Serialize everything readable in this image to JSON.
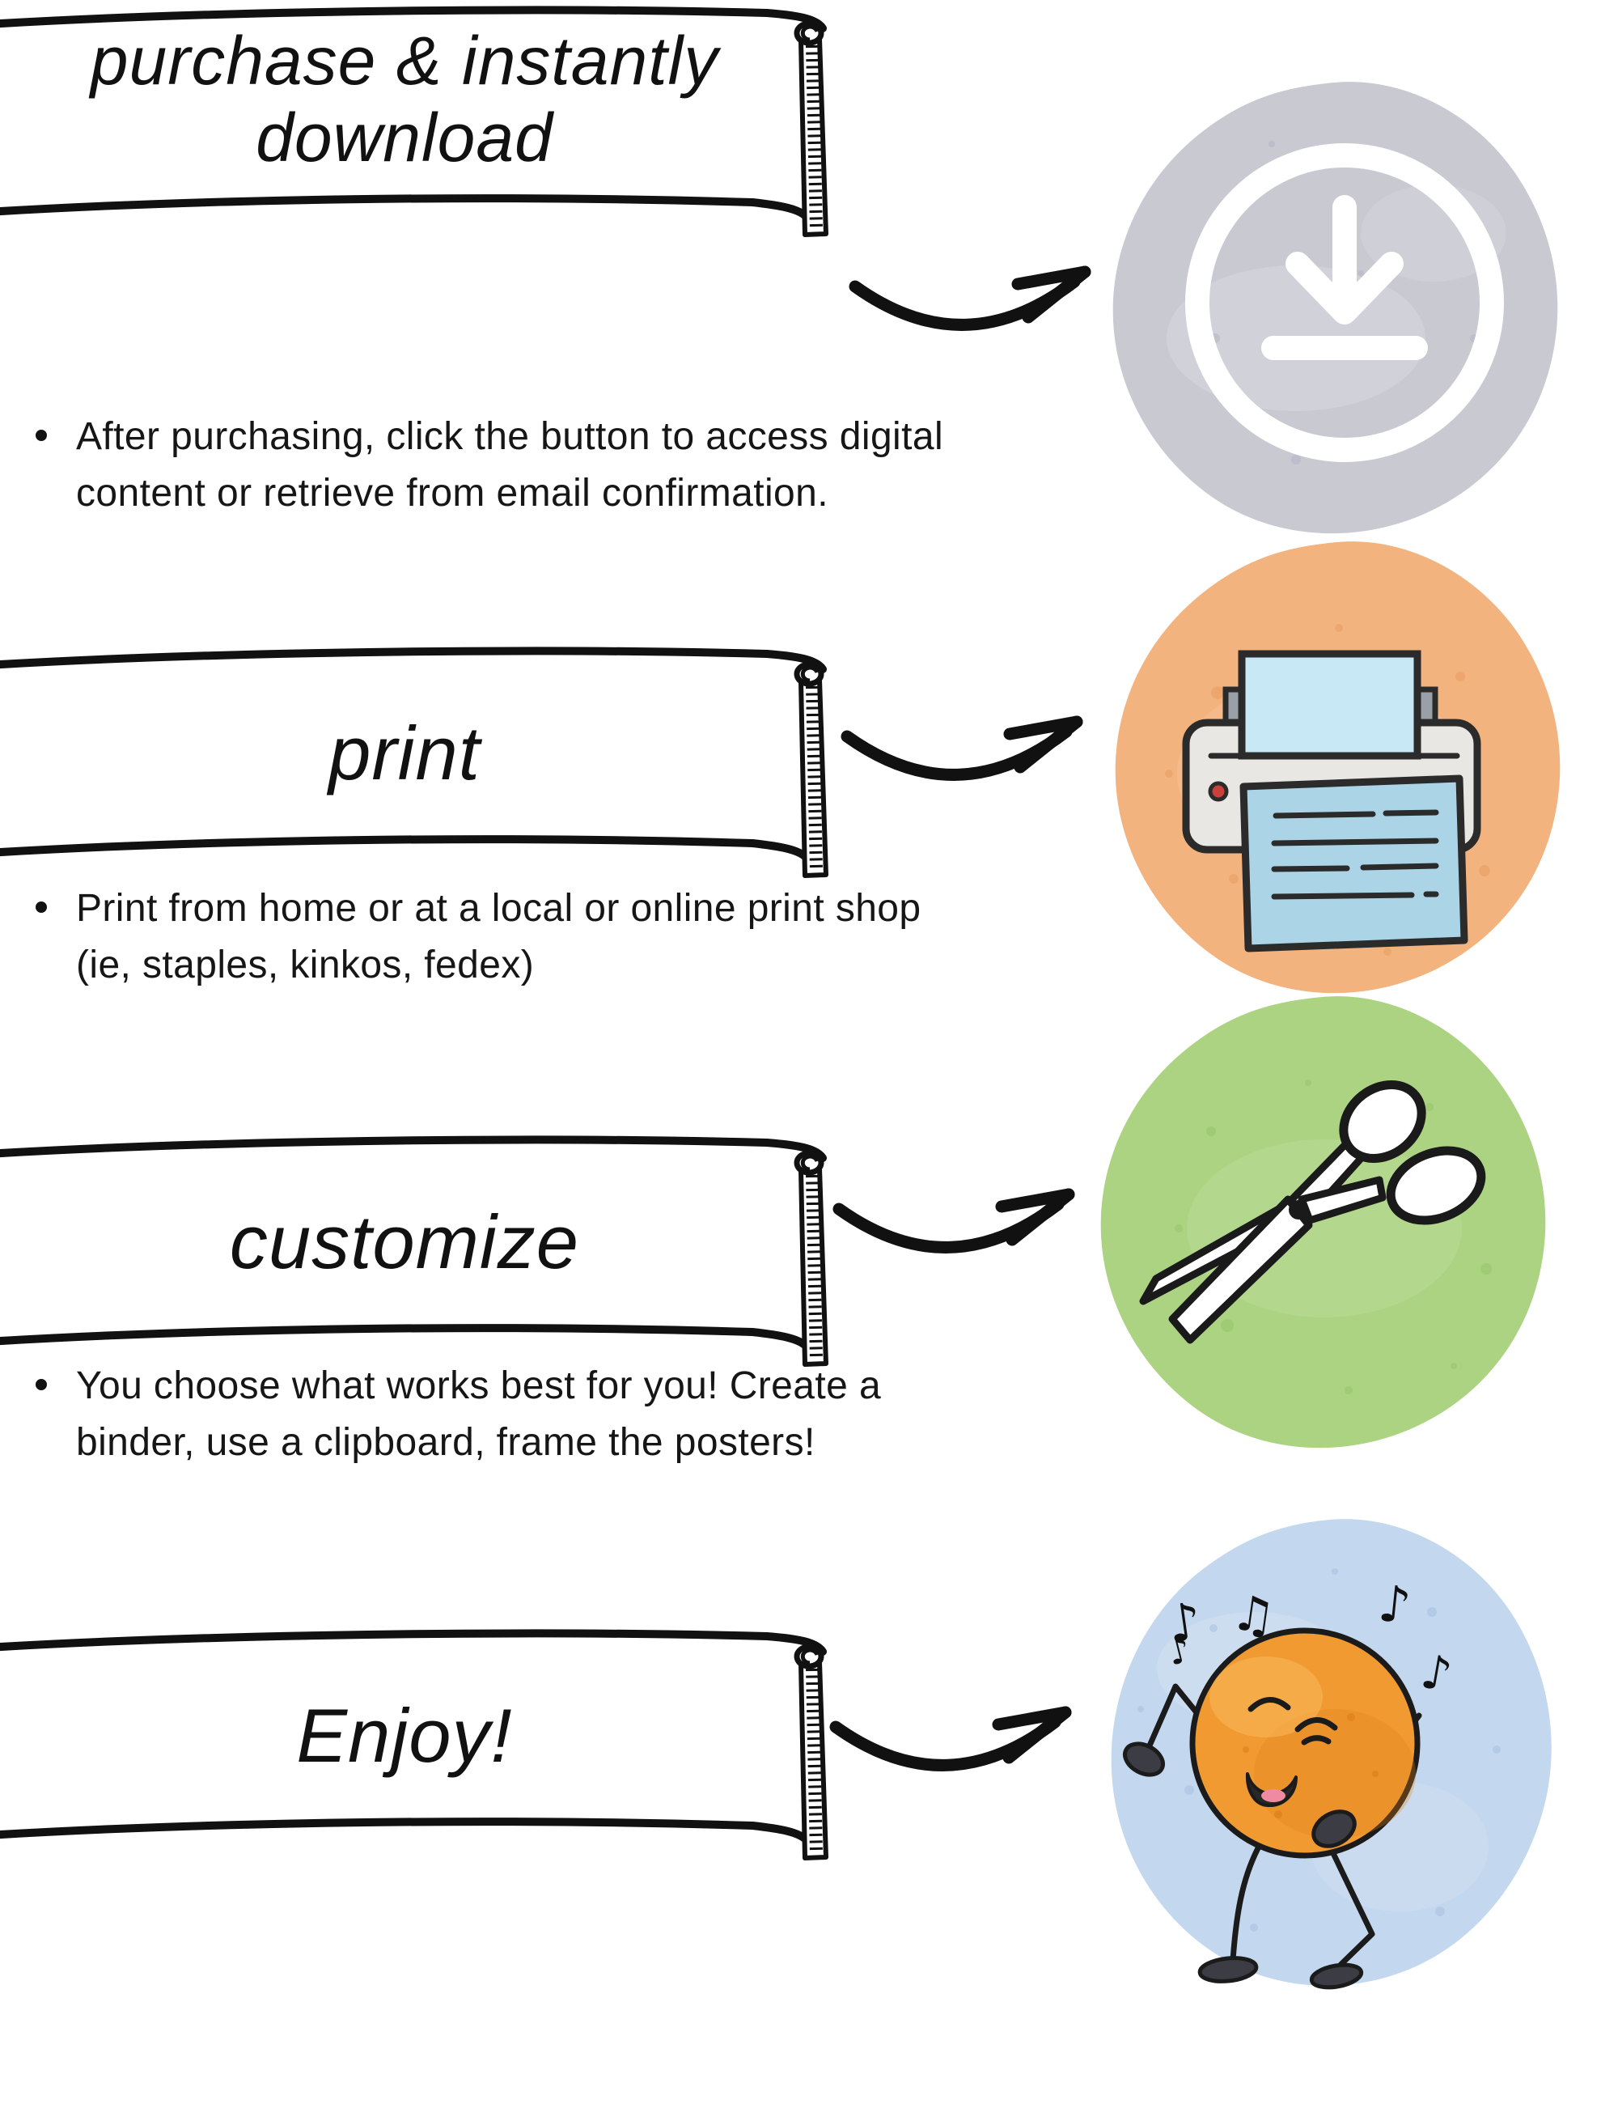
{
  "document": {
    "type": "how-it-works-instructions-flyer",
    "background": "#ffffff",
    "ink_color": "#111111",
    "arrow_icon": "curved-arrow-icon"
  },
  "steps": [
    {
      "title": "purchase & instantly download",
      "bullet": "After purchasing, click the button to access digital content or retrieve from email confirmation.",
      "icon": "download-circle-icon",
      "icon_color": "#ffffff",
      "blob_color": "#c9c9d2",
      "blob_speckle": "#b3b3c6"
    },
    {
      "title": "print",
      "bullet": "Print from home or at a local or online print shop (ie, staples, kinkos, fedex)",
      "icon": "printer-icon",
      "blob_color": "#f3b37e",
      "blob_speckle": "#e69a5a",
      "printer_body": "#e9e7e4",
      "printer_paper_top": "#c9e8f5",
      "printer_paper_out": "#abd5e7",
      "printer_button": "#c9413a"
    },
    {
      "title": "customize",
      "bullet": "You choose what works best for you!  Create a binder, use a clipboard, frame the posters!",
      "icon": "scissors-icon",
      "blob_color": "#abd381",
      "blob_speckle": "#93c469"
    },
    {
      "title": "Enjoy!",
      "bullet": "",
      "icon": "dancing-orange-character-icon",
      "blob_color": "#c3d7ee",
      "blob_speckle": "#a9c3e3",
      "character_color": "#f09a31",
      "character_mitten_color": "#3c3c44",
      "character_tongue_color": "#f08aa0"
    }
  ]
}
